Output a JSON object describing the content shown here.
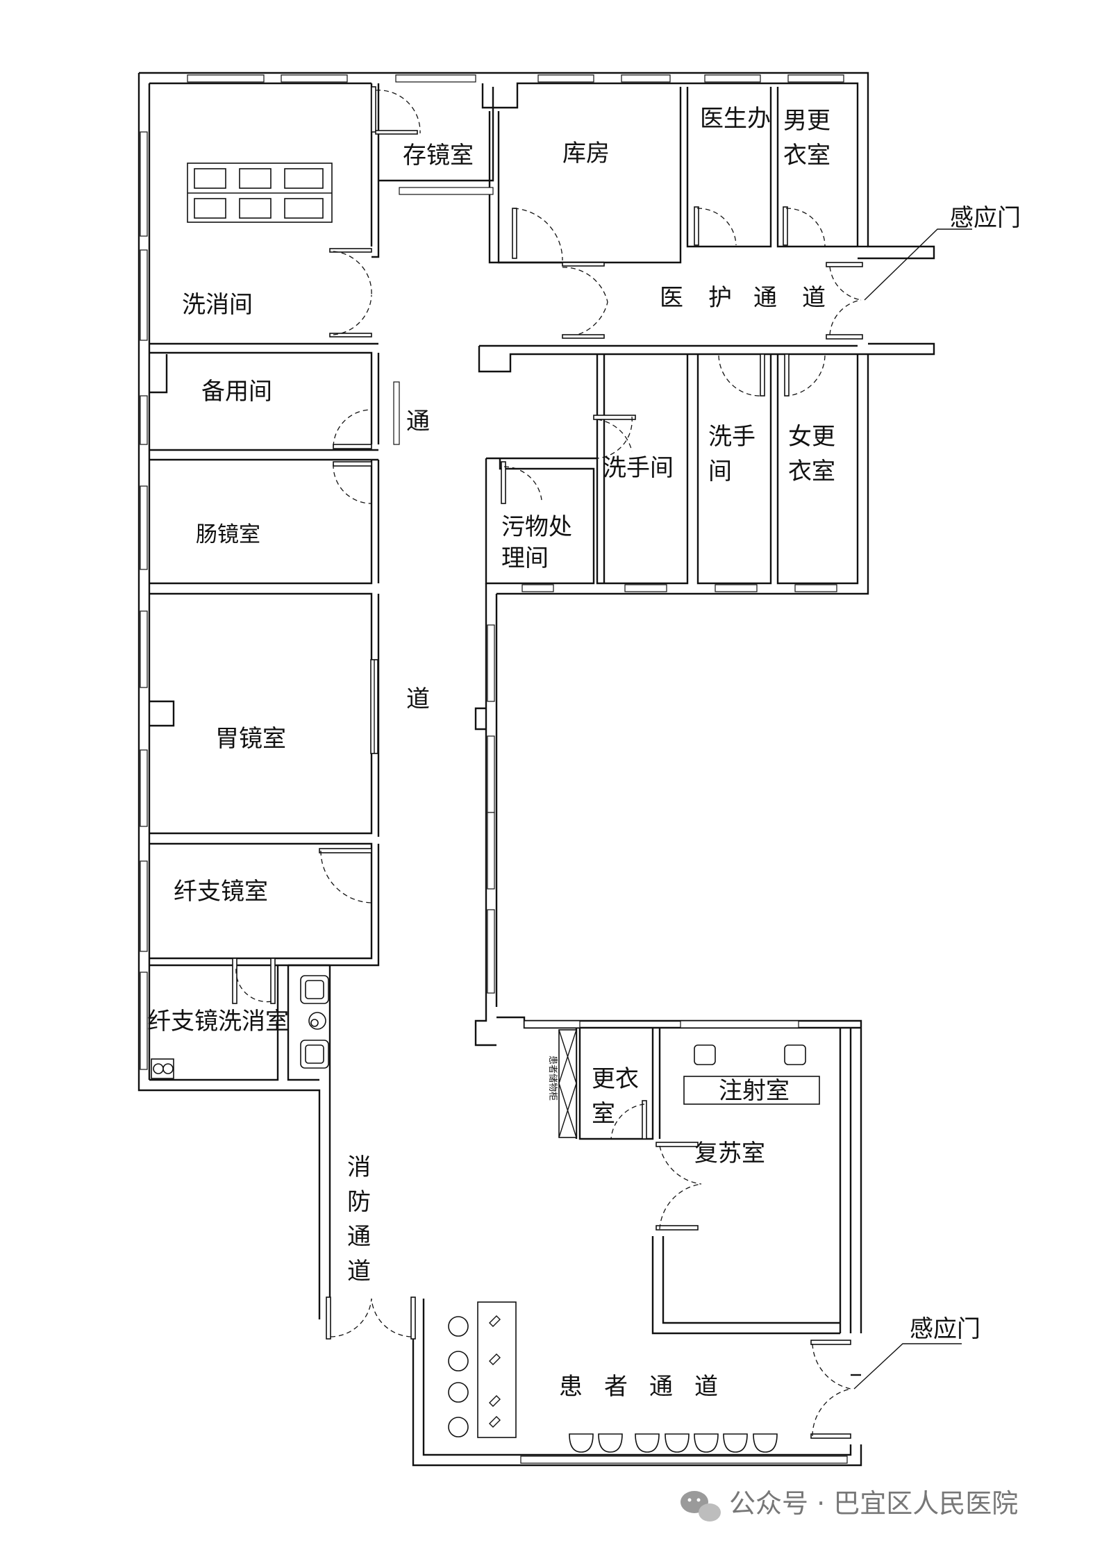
{
  "rooms": {
    "cunjingshi": "存镜室",
    "kufang": "库房",
    "yishengban": "医生办",
    "nangengyishi_1": "男更",
    "nangengyishi_2": "衣室",
    "xixiaojian": "洗消间",
    "beiyongjian": "备用间",
    "changjingshi": "肠镜室",
    "weijingshi": "胃镜室",
    "xianzhijingshi": "纤支镜室",
    "xianzhijingxixiaoshi": "纤支镜洗消室",
    "xishoujian_1": "洗手间",
    "xishoujian_2_line1": "洗手",
    "xishoujian_2_line2": "间",
    "nvgengyishi_1": "女更",
    "nvgengyishi_2": "衣室",
    "wuwuchuli_1": "污物处",
    "wuwuchuli_2": "理间",
    "gengyishi_1": "更衣",
    "gengyishi_2": "室",
    "zhusheshi": "注射室",
    "fusushi": "复苏室",
    "cabinet": "患者储物柜"
  },
  "corridors": {
    "tongdao_1": "通",
    "tongdao_2": "道",
    "yihu": [
      "医",
      "护",
      "通",
      "道"
    ],
    "xiaofang": [
      "消",
      "防",
      "通",
      "道"
    ],
    "huanzhe": [
      "患",
      "者",
      "通",
      "道"
    ]
  },
  "labels": {
    "ganyingmen_top": "感应门",
    "ganyingmen_bottom": "感应门"
  },
  "watermark": {
    "text": "公众号 · 巴宜区人民医院",
    "icon": "wechat-icon"
  }
}
